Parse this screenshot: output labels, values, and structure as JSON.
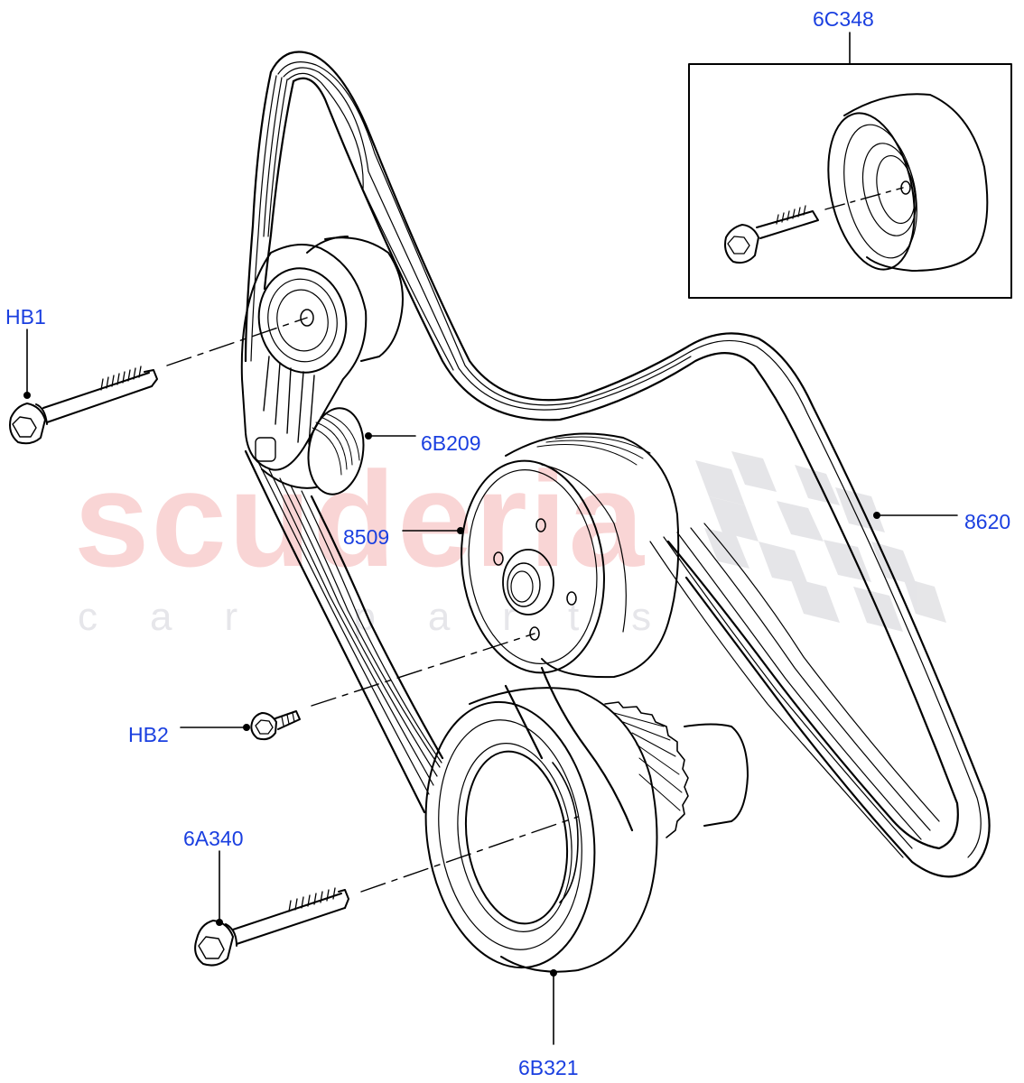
{
  "diagram": {
    "title": "Accessory drive belt and pulleys - exploded parts view",
    "colors": {
      "callout_text": "#1a3fe0",
      "line_art": "#000000",
      "watermark_main": "#f9d5d5",
      "watermark_sub": "#e6e6ea",
      "watermark_flag": "#e3e3e6",
      "background": "#ffffff"
    },
    "watermark": {
      "main": "scuderia",
      "sub": "car parts"
    },
    "callouts": [
      {
        "id": "6C348",
        "label": "6C348",
        "part": "idler pulley with bolt (inset)"
      },
      {
        "id": "HB1",
        "label": "HB1",
        "part": "tensioner bolt"
      },
      {
        "id": "6B209",
        "label": "6B209",
        "part": "belt tensioner"
      },
      {
        "id": "8509",
        "label": "8509",
        "part": "water pump pulley"
      },
      {
        "id": "8620",
        "label": "8620",
        "part": "drive belt"
      },
      {
        "id": "HB2",
        "label": "HB2",
        "part": "water pump pulley bolt"
      },
      {
        "id": "6A340",
        "label": "6A340",
        "part": "crankshaft pulley bolt"
      },
      {
        "id": "6B321",
        "label": "6B321",
        "part": "crankshaft pulley / damper"
      }
    ]
  }
}
